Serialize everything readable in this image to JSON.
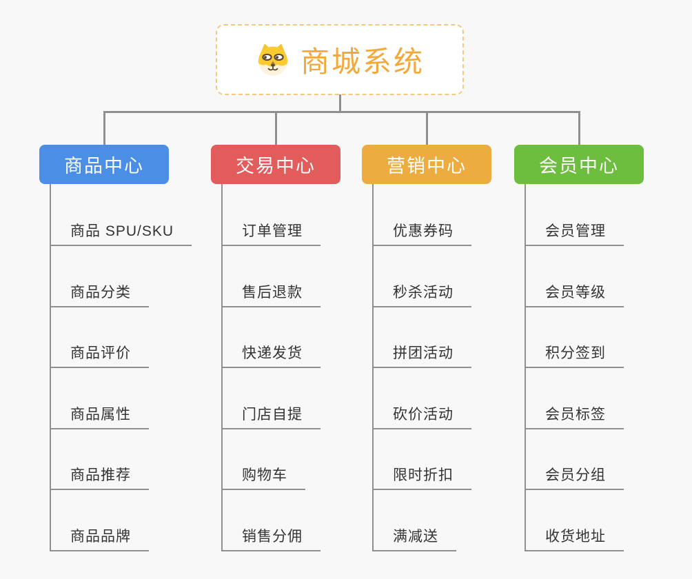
{
  "root": {
    "title": "商城系统",
    "icon": "dog-face-icon",
    "title_color": "#F2A93C",
    "border_color": "#F3C87D"
  },
  "connectors": {
    "color": "#8f8f8f"
  },
  "branches": [
    {
      "id": "product",
      "label": "商品中心",
      "color": "#4A8EE5",
      "items": [
        "商品 SPU/SKU",
        "商品分类",
        "商品评价",
        "商品属性",
        "商品推荐",
        "商品品牌"
      ]
    },
    {
      "id": "trade",
      "label": "交易中心",
      "color": "#E25C5C",
      "items": [
        "订单管理",
        "售后退款",
        "快递发货",
        "门店自提",
        "购物车",
        "销售分佣"
      ]
    },
    {
      "id": "marketing",
      "label": "营销中心",
      "color": "#ECAC3F",
      "items": [
        "优惠券码",
        "秒杀活动",
        "拼团活动",
        "砍价活动",
        "限时折扣",
        "满减送"
      ]
    },
    {
      "id": "member",
      "label": "会员中心",
      "color": "#6DBE3F",
      "items": [
        "会员管理",
        "会员等级",
        "积分签到",
        "会员标签",
        "会员分组",
        "收货地址"
      ]
    }
  ]
}
